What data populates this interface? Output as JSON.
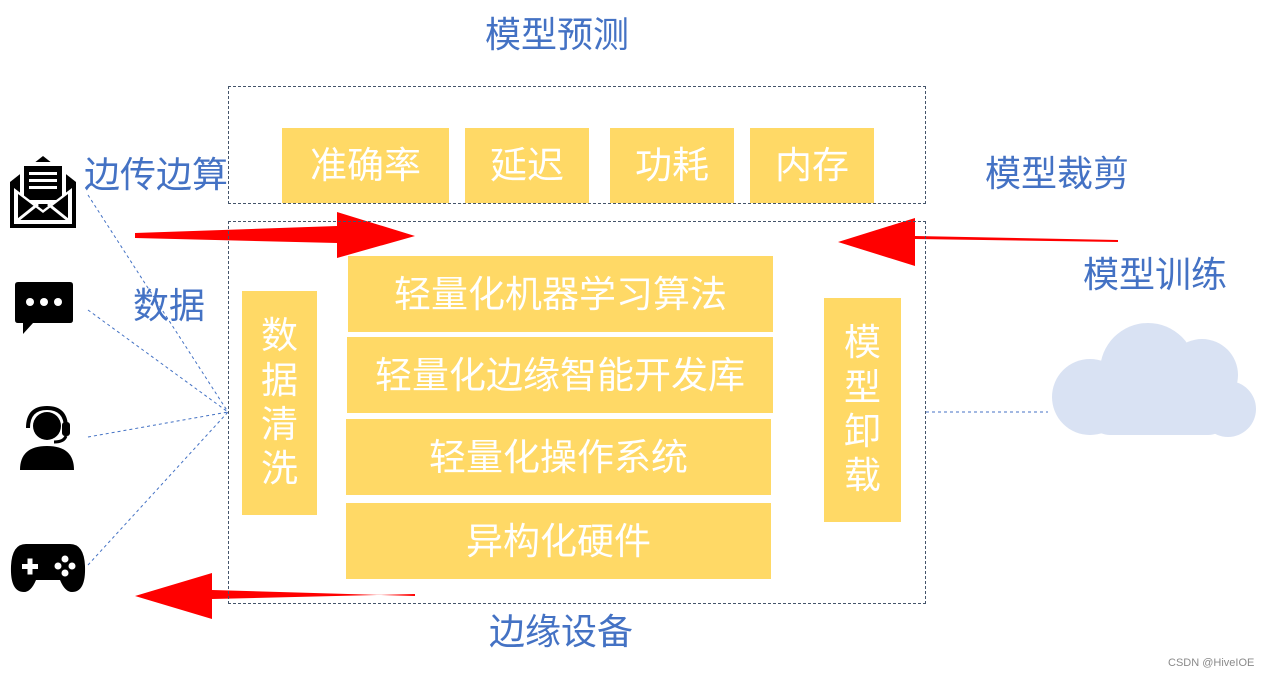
{
  "labels": {
    "model_predict": "模型预测",
    "edge_transfer": "边传边算",
    "model_prune": "模型裁剪",
    "model_train": "模型训练",
    "data": "数据",
    "edge_device": "边缘设备"
  },
  "metrics": [
    "准确率",
    "延迟",
    "功耗",
    "内存"
  ],
  "stack": [
    "轻量化机器学习算法",
    "轻量化边缘智能开发库",
    "轻量化操作系统",
    "异构化硬件"
  ],
  "side_left": "数据清洗",
  "side_right": "模型卸载",
  "icons": [
    "mail-icon",
    "chat-icon",
    "customer-service-icon",
    "gamepad-icon",
    "cloud-icon"
  ],
  "colors": {
    "accent_text": "#4472C4",
    "box_fill": "#FFD966",
    "arrow": "#FF0000",
    "cloud": "#D9E2F3"
  },
  "watermark": "CSDN @HiveIOE"
}
